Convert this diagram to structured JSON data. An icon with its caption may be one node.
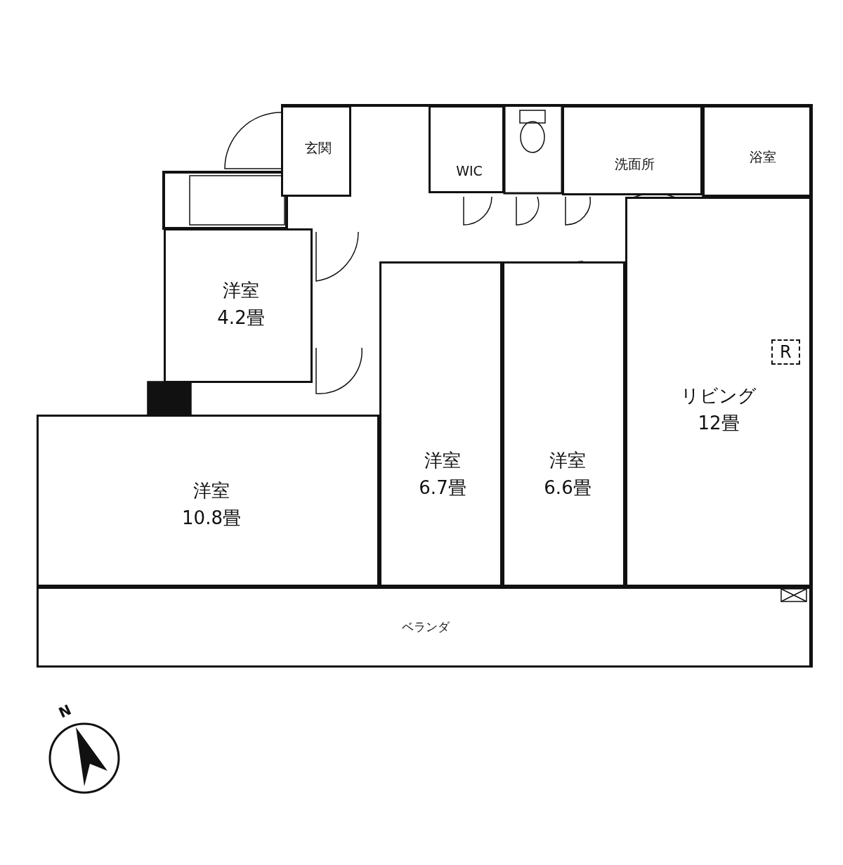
{
  "diagram": {
    "nodes": [
      {
        "text": [
          "玄関"
        ]
      },
      {
        "text": [
          "WIC"
        ]
      },
      {
        "text": [
          "洗面所"
        ]
      },
      {
        "text": [
          "浴室"
        ]
      },
      {
        "text": [
          "洋室",
          "4.2畳"
        ]
      },
      {
        "text": [
          "リビング",
          "12畳"
        ]
      },
      {
        "text": [
          "洋室",
          "6.7畳"
        ]
      },
      {
        "text": [
          "洋室",
          "6.6畳"
        ]
      },
      {
        "text": [
          "洋室",
          "10.8畳"
        ]
      },
      {
        "text": [
          "ベランダ"
        ]
      }
    ],
    "labels": [
      "R",
      "N"
    ]
  }
}
